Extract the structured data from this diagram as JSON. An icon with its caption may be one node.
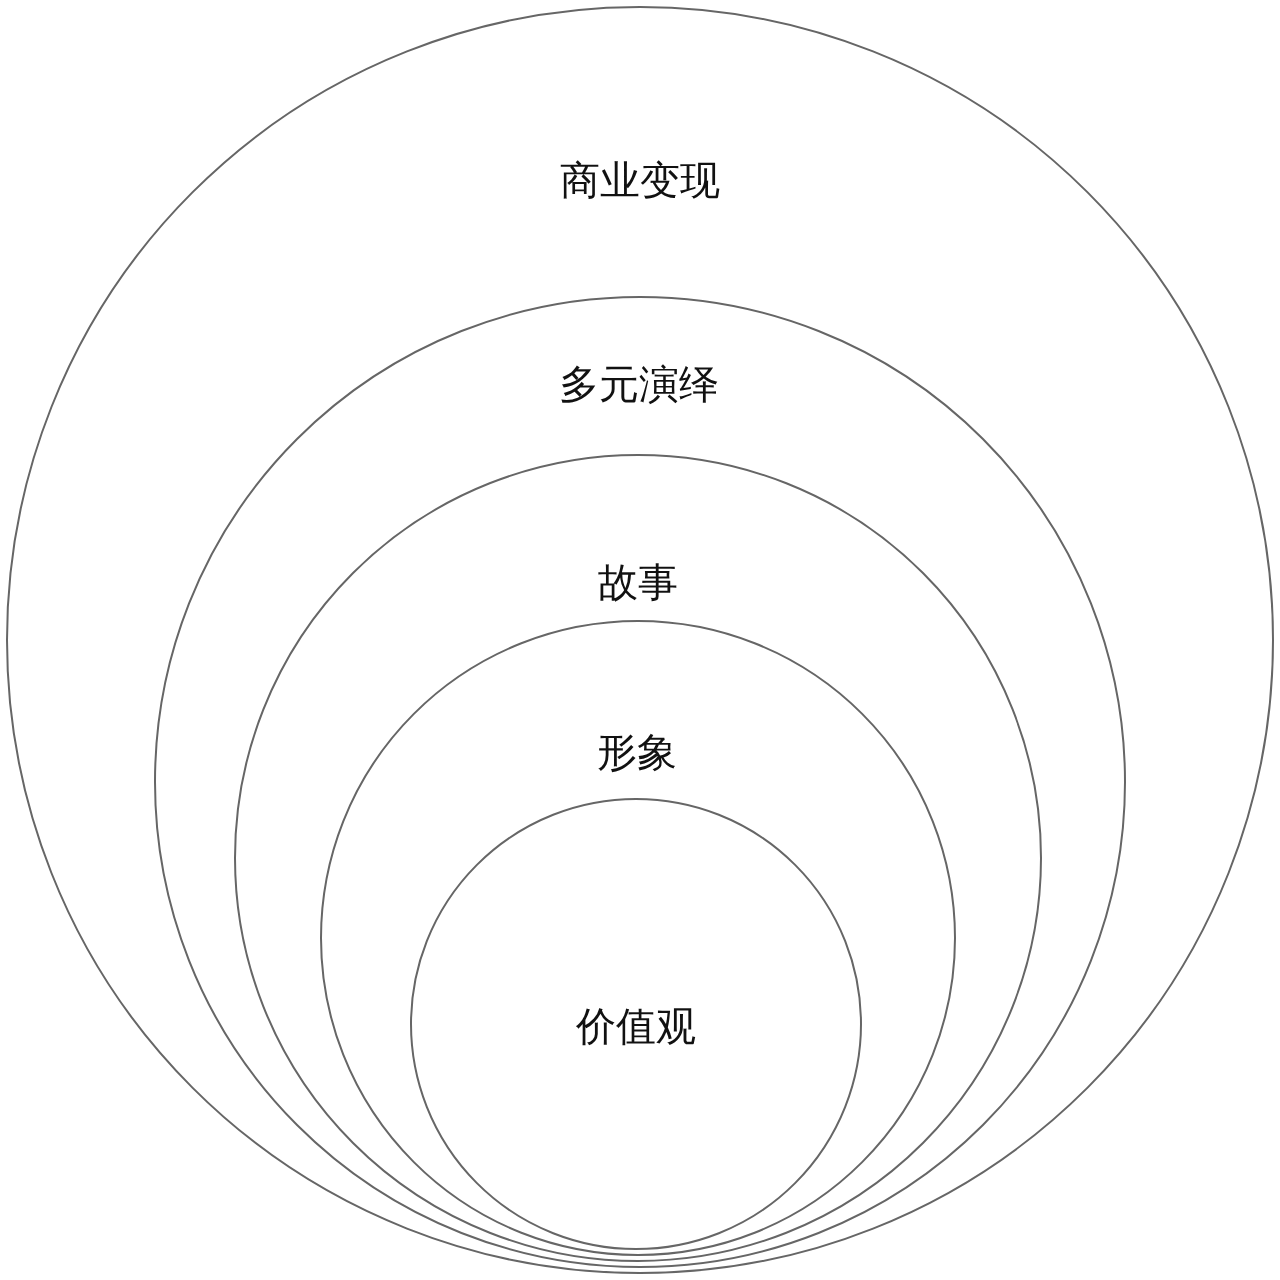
{
  "diagram": {
    "nodes": [
      {
        "text": [
          "商业变现"
        ]
      },
      {
        "text": [
          "多元演绎"
        ],
        "in": 0
      },
      {
        "text": [
          "故事"
        ],
        "in": 1
      },
      {
        "text": [
          "形象"
        ],
        "in": 2
      },
      {
        "text": [
          "价值观"
        ],
        "in": 3
      }
    ]
  }
}
